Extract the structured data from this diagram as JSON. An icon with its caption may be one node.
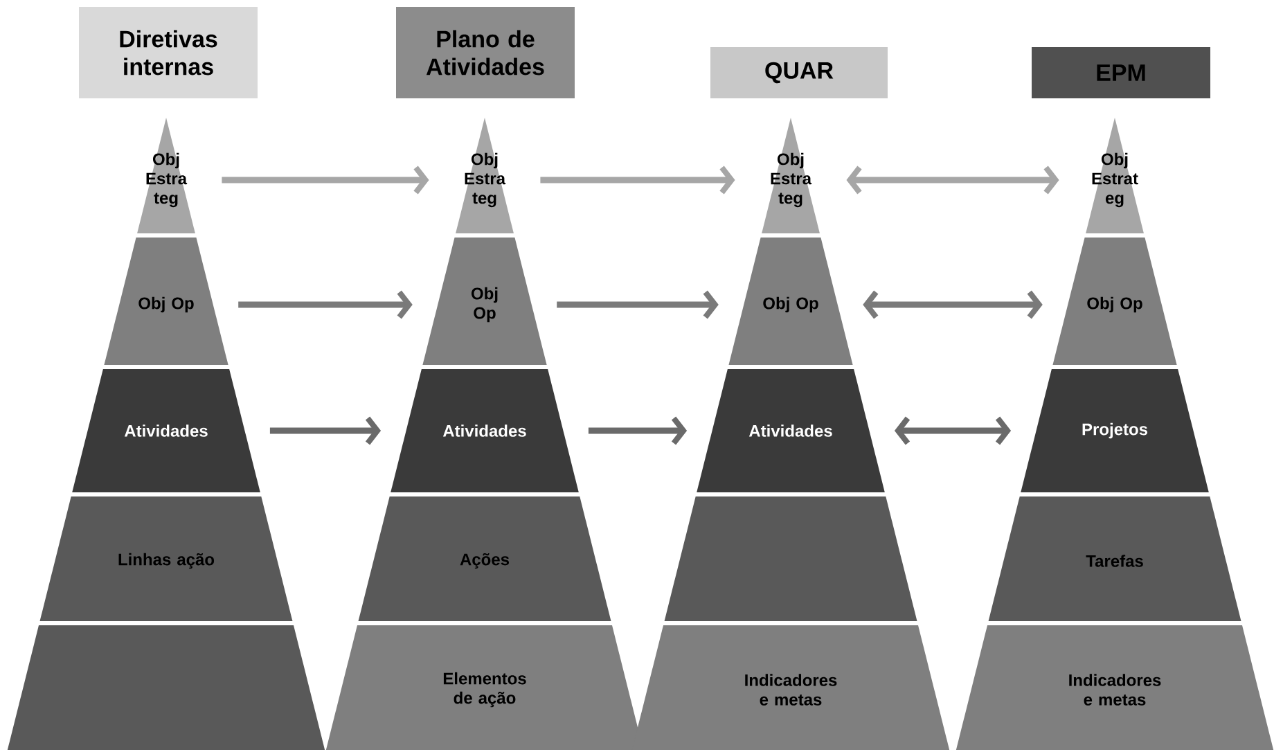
{
  "diagram": {
    "nodes": [
      {
        "text": [
          "Diretivas internas"
        ]
      },
      {
        "text": [
          "Obj Estra teg"
        ]
      },
      {
        "text": [
          "Obj Op"
        ]
      },
      {
        "text": [
          "Atividades"
        ]
      },
      {
        "text": [
          "Linhas ação"
        ]
      },
      {
        "text": [],
        "shape": "trapezoid"
      },
      {
        "text": [
          "Plano de Atividades"
        ]
      },
      {
        "text": [
          "Obj Estra teg"
        ]
      },
      {
        "text": [
          "Obj Op"
        ]
      },
      {
        "text": [
          "Atividades"
        ]
      },
      {
        "text": [
          "Ações"
        ]
      },
      {
        "text": [
          "Elementos de ação"
        ]
      },
      {
        "text": [
          "QUAR"
        ]
      },
      {
        "text": [
          "Obj Estra teg"
        ]
      },
      {
        "text": [
          "Obj Op"
        ]
      },
      {
        "text": [
          "Atividades"
        ]
      },
      {
        "text": [],
        "shape": "trapezoid"
      },
      {
        "text": [
          "Indicadores e metas"
        ]
      },
      {
        "text": [
          "EPM"
        ]
      },
      {
        "text": [
          "Obj Estrat eg"
        ]
      },
      {
        "text": [
          "Obj Op"
        ]
      },
      {
        "text": [
          "Projetos"
        ]
      },
      {
        "text": [
          "Tarefas"
        ]
      },
      {
        "text": [
          "Indicadores e metas"
        ]
      }
    ],
    "edges": [
      {
        "from": 1,
        "to": 7,
        "arrow": "to",
        "color": "#a6a6a6"
      },
      {
        "from": 7,
        "to": 13,
        "arrow": "to",
        "color": "#a6a6a6"
      },
      {
        "from": 13,
        "to": 19,
        "arrow": "both",
        "color": "#a6a6a6"
      },
      {
        "from": 2,
        "to": 8,
        "arrow": "to",
        "color": "#7a7a7a"
      },
      {
        "from": 8,
        "to": 14,
        "arrow": "to",
        "color": "#7a7a7a"
      },
      {
        "from": 14,
        "to": 20,
        "arrow": "both",
        "color": "#7a7a7a"
      },
      {
        "from": 3,
        "to": 9,
        "arrow": "to",
        "color": "#6a6a6a"
      },
      {
        "from": 9,
        "to": 15,
        "arrow": "to",
        "color": "#6a6a6a"
      },
      {
        "from": 15,
        "to": 21,
        "arrow": "both",
        "color": "#6a6a6a"
      }
    ]
  }
}
